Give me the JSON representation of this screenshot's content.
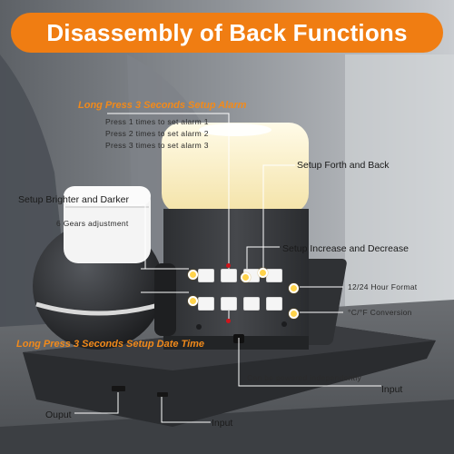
{
  "banner": {
    "title": "Disassembly of Back Functions"
  },
  "labels": {
    "alarm_title": "Long Press 3 Seconds Setup Alarm",
    "alarm_1": "Press 1 times to set alarm 1",
    "alarm_2": "Press 2 times to set alarm 2",
    "alarm_3": "Press 3 times to set alarm 3",
    "forth_back": "Setup Forth and Back",
    "brighter_darker": "Setup Brighter and Darker",
    "gears": "6 Gears adjustment",
    "increase_decrease": "Setup Increase and Decrease",
    "hour_format": "12/24 Hour Format",
    "temp_conversion": "°C/°F Conversion",
    "date_time": "Long Press 3 Seconds Setup Date Time",
    "independent": "Can be powered independently",
    "input_right": "Input",
    "output": "Ouput",
    "input_bottom": "Input"
  },
  "colors": {
    "banner": "#f07d12",
    "accent_orange": "#f28a1a",
    "indicator_dot": "#ffd34a",
    "indicator_red": "#d0141b"
  }
}
